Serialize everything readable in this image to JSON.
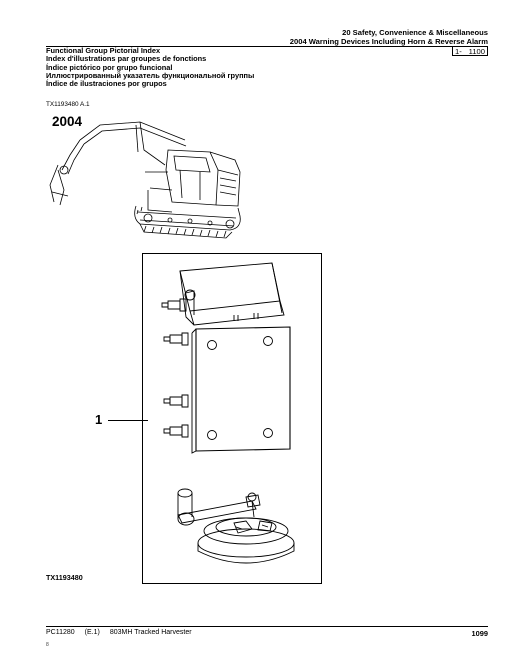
{
  "header": {
    "section": "20 Safety, Convenience & Miscellaneous",
    "group": "2004 Warning Devices Including Horn & Reverse Alarm",
    "page_ref_left": "1-",
    "page_ref_right": "1100"
  },
  "titles": [
    "Functional Group Pictorial Index",
    "Index d'illustrations par groupes de fonctions",
    "Índice pictórico por grupo funcional",
    "Иллюстрированный указатель функциональной группы",
    "Índice de ilustraciones por grupos"
  ],
  "illustration_ref": "TX1193480 A.1",
  "group_code": "2004",
  "callout_number": "1",
  "figure_code": "TX1193480",
  "footer": {
    "catalog": "PC11280",
    "edition": "(E.1)",
    "machine": "803MH Tracked Harvester",
    "page_number": "1099",
    "small_mark": "8"
  }
}
